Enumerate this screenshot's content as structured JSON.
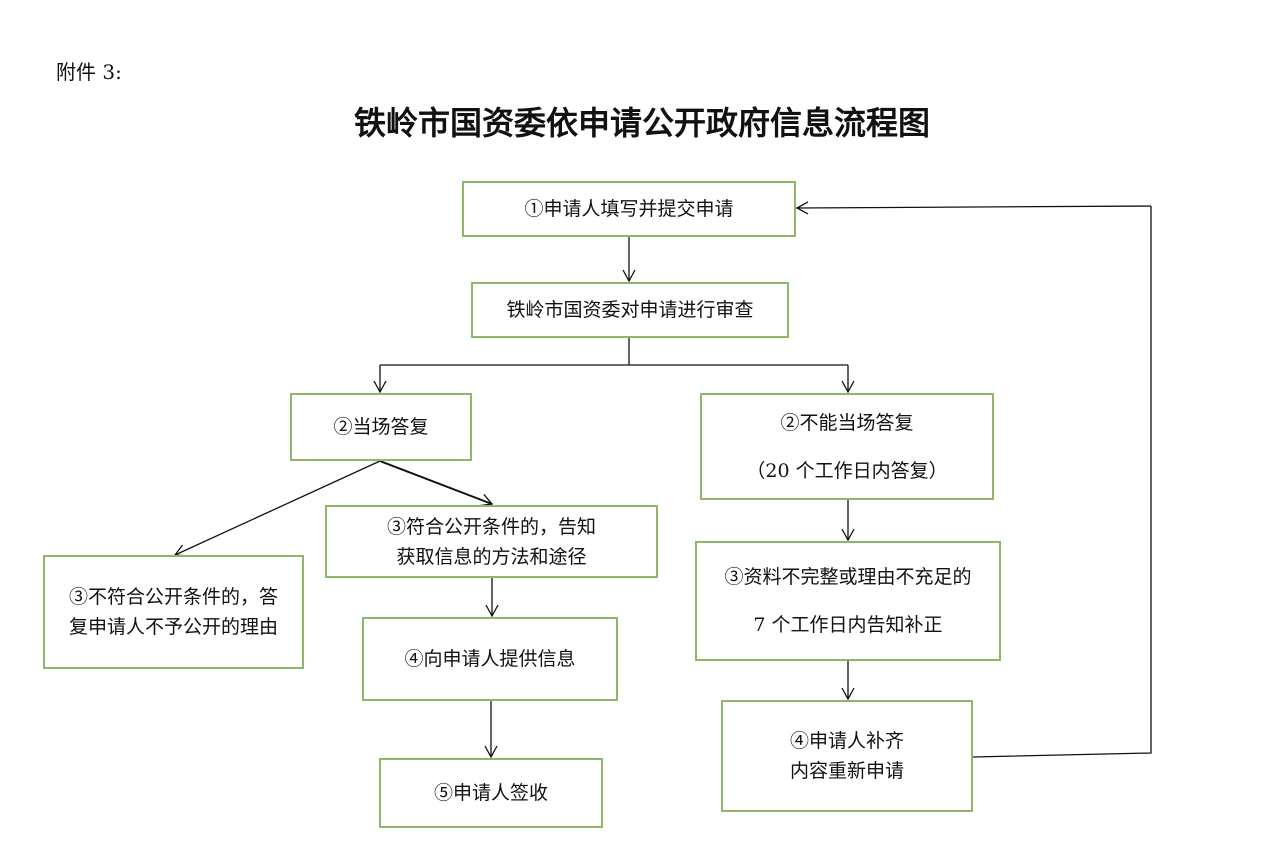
{
  "attachment_label": "附件 3:",
  "title": "铁岭市国资委依申请公开政府信息流程图",
  "nodes": {
    "submit": [
      "①申请人填写并提交申请"
    ],
    "review": [
      "铁岭市国资委对申请进行审查"
    ],
    "immediate": [
      "②当场答复"
    ],
    "not_immediate": [
      "②不能当场答复",
      "（20 个工作日内答复）"
    ],
    "eligible": [
      "③符合公开条件的，告知",
      "获取信息的方法和途径"
    ],
    "ineligible": [
      "③不符合公开条件的，答",
      "复申请人不予公开的理由"
    ],
    "provide": [
      "④向申请人提供信息"
    ],
    "incomplete": [
      "③资料不完整或理由不充足的",
      "7 个工作日内告知补正"
    ],
    "sign": [
      "⑤申请人签收"
    ],
    "resubmit": [
      "④申请人补齐",
      "内容重新申请"
    ]
  },
  "colors": {
    "box_border": "#8db86a",
    "line": "#111111"
  }
}
